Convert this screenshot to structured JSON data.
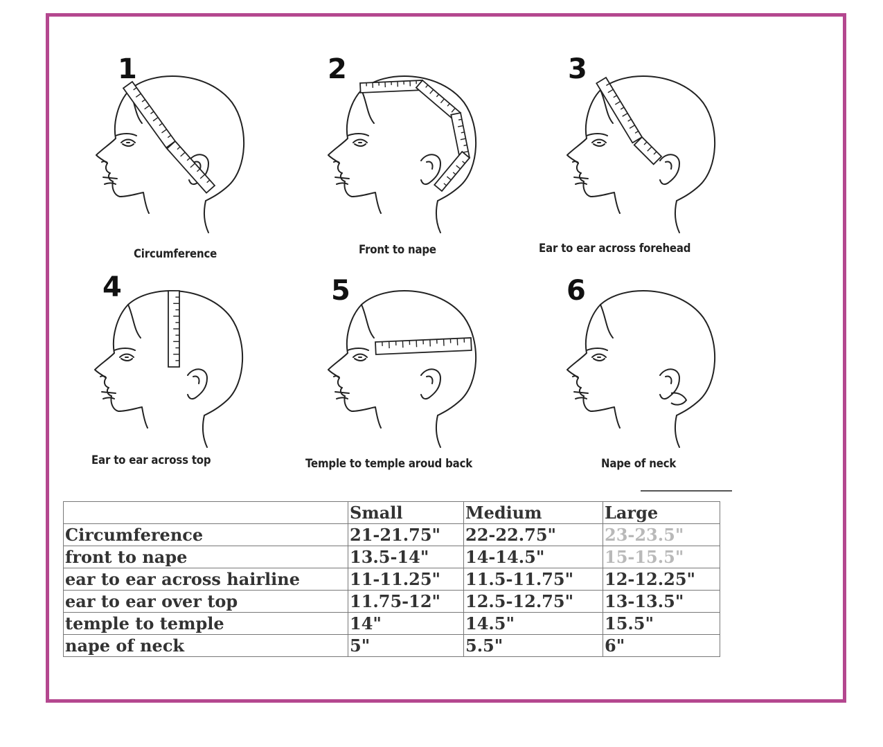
{
  "panels": [
    {
      "number": "1",
      "caption": "Circumference"
    },
    {
      "number": "2",
      "caption": "Front to nape"
    },
    {
      "number": "3",
      "caption": "Ear to ear across forehead"
    },
    {
      "number": "4",
      "caption": "Ear to ear across top"
    },
    {
      "number": "5",
      "caption": "Temple to temple aroud back"
    },
    {
      "number": "6",
      "caption": "Nape of neck"
    }
  ],
  "table": {
    "headers": [
      "",
      "Small",
      "Medium",
      "Large"
    ],
    "rows": [
      [
        "Circumference",
        "21-21.75\"",
        "22-22.75\"",
        "23-23.5\""
      ],
      [
        "front to nape",
        "13.5-14\"",
        "14-14.5\"",
        "15-15.5\""
      ],
      [
        "ear to ear across hairline",
        "11-11.25\"",
        "11.5-11.75\"",
        "12-12.25\""
      ],
      [
        "ear to ear over top",
        "11.75-12\"",
        "12.5-12.75\"",
        "13-13.5\""
      ],
      [
        "temple to temple",
        "14\"",
        "14.5\"",
        "15.5\""
      ],
      [
        "nape of neck",
        "5\"",
        "5.5\"",
        "6\""
      ]
    ]
  },
  "colors": {
    "frame": "#b4478f",
    "line": "#222222"
  }
}
